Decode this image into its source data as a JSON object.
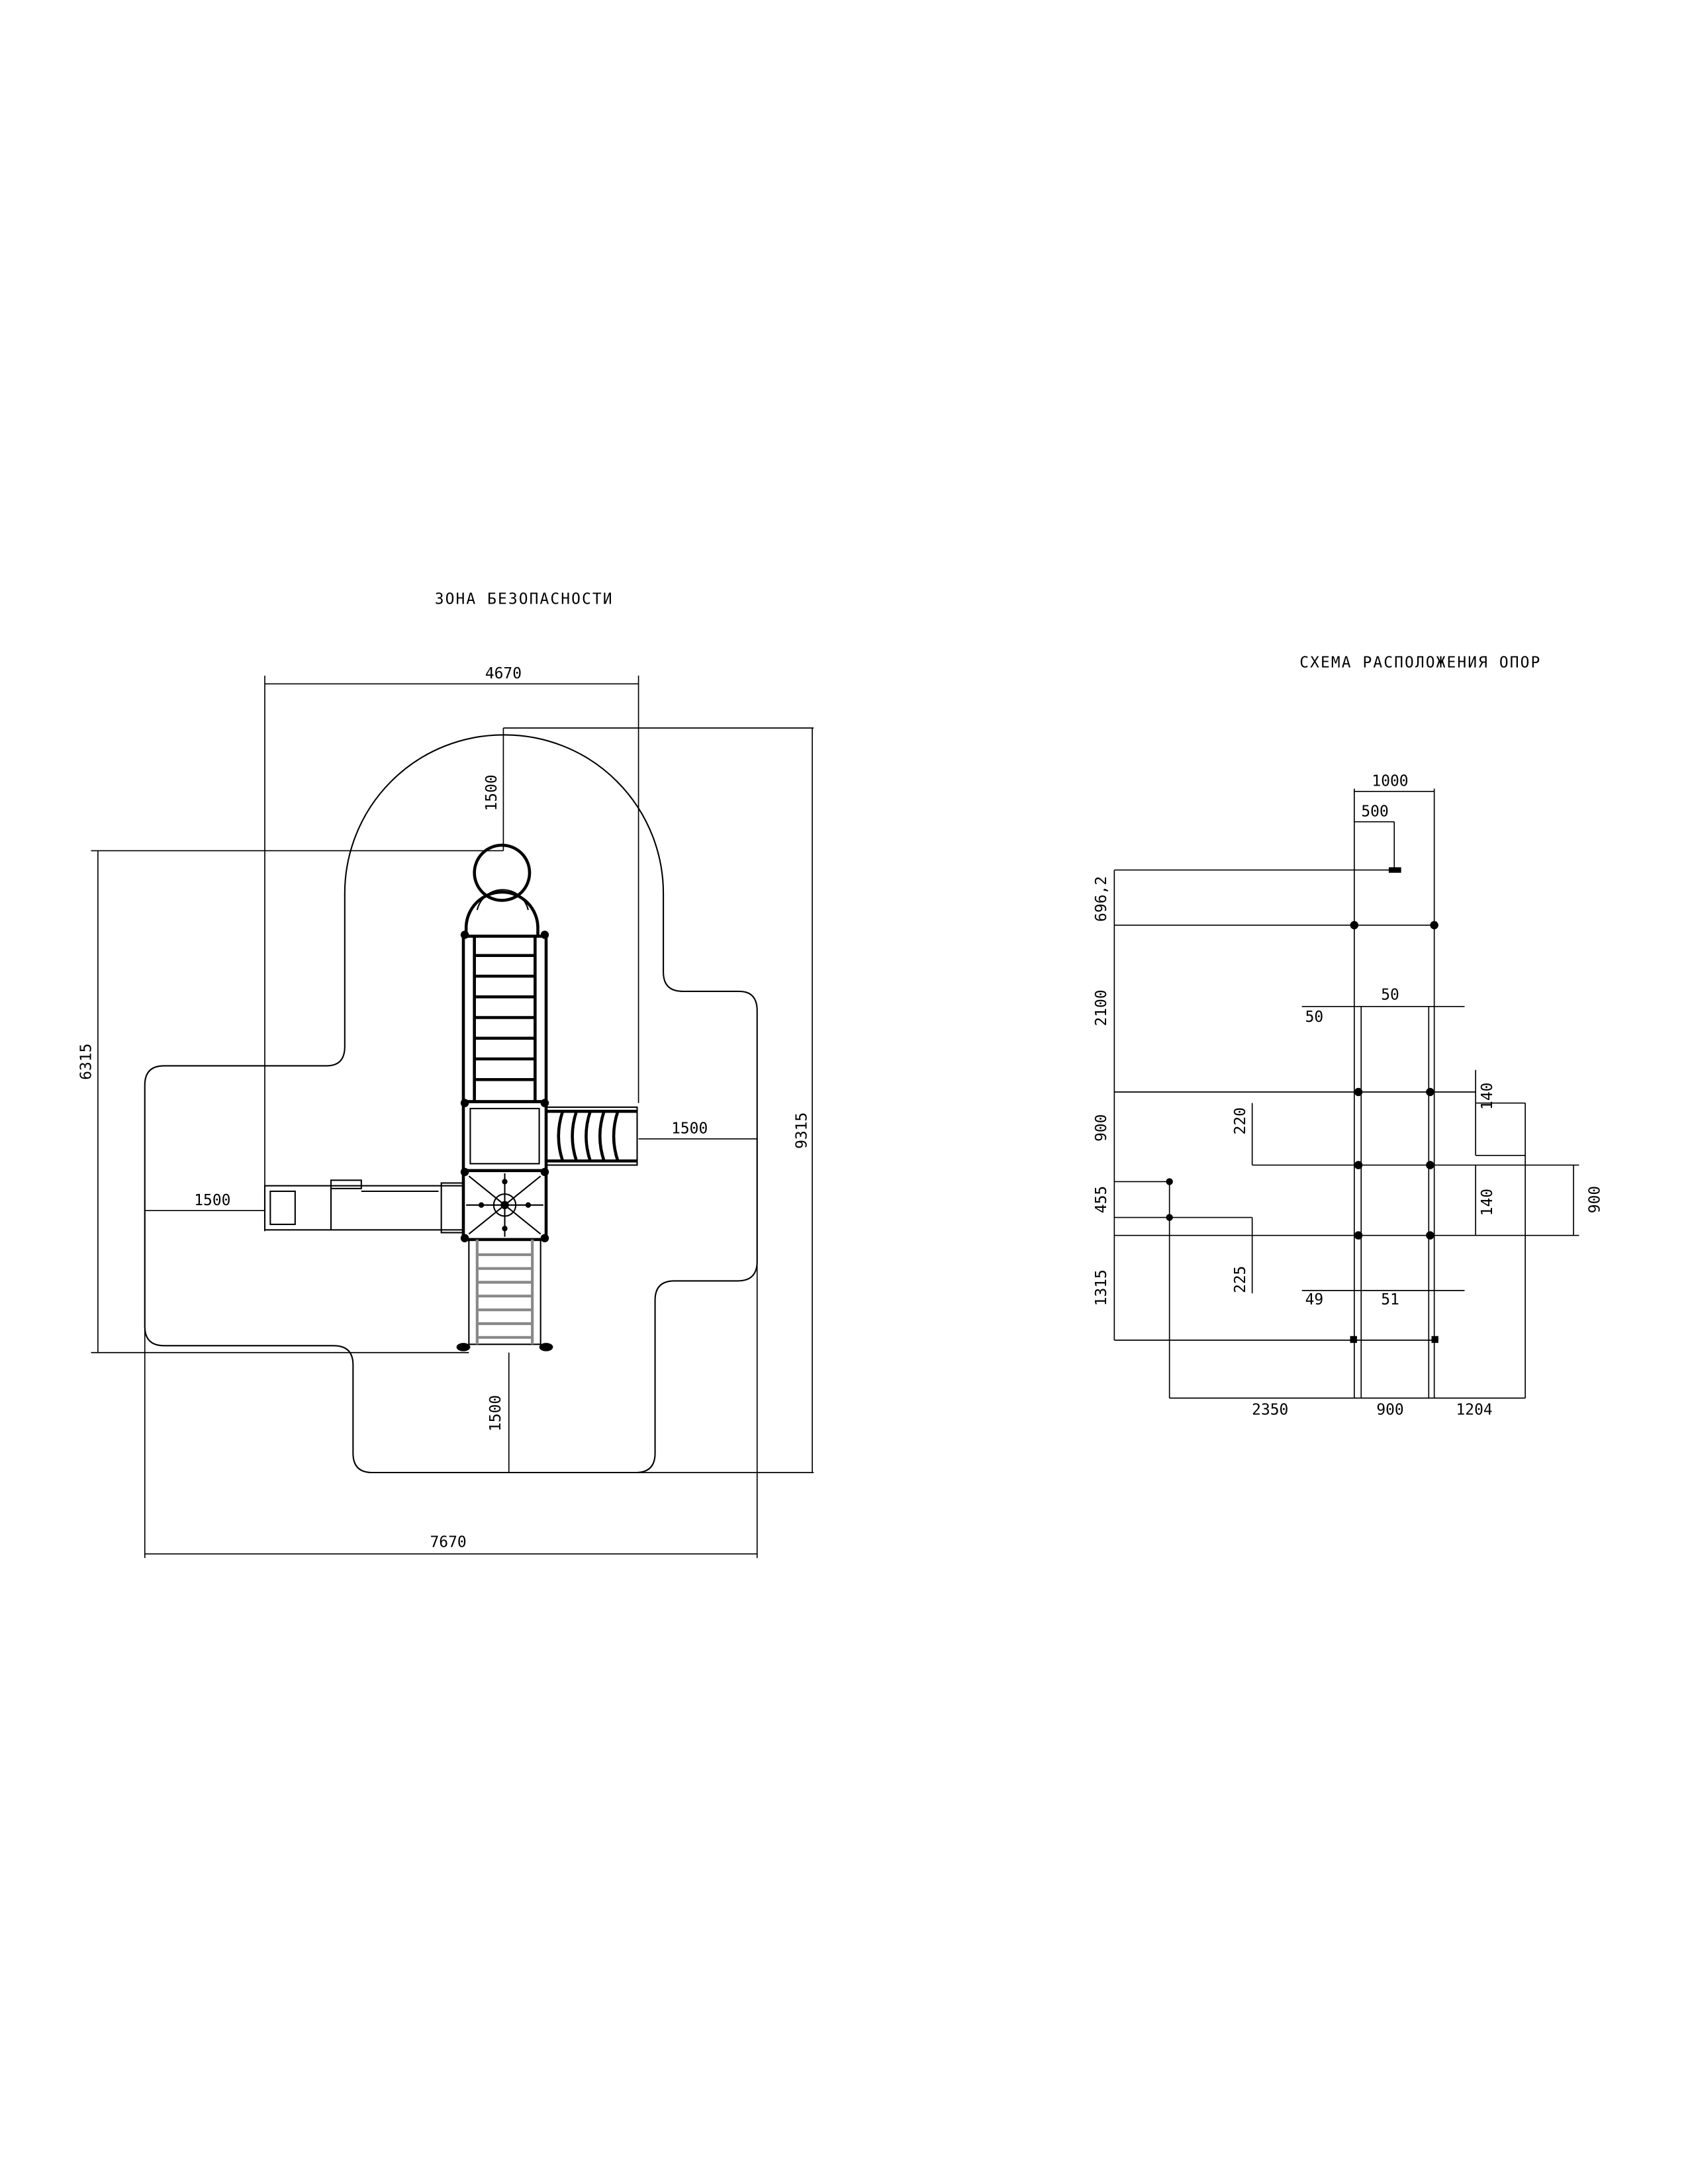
{
  "safety_zone": {
    "title": "ЗОНА БЕЗОПАСНОСТИ",
    "dims": {
      "top_width": "4670",
      "top_clearance": "1500",
      "right_clearance": "1500",
      "left_clearance": "1500",
      "bottom_clearance": "1500",
      "overall_height_left": "6315",
      "overall_height_right": "9315",
      "overall_width": "7670"
    }
  },
  "support_scheme": {
    "title": "СХЕМА РАСПОЛОЖЕНИЯ ОПОР",
    "dims": {
      "top_1000": "1000",
      "top_500": "500",
      "v_696": "696,2",
      "v_2100": "2100",
      "h_50_left": "50",
      "h_50_right": "50",
      "v_900_left": "900",
      "v_220": "220",
      "v_140_top": "140",
      "v_455": "455",
      "v_140_mid": "140",
      "v_900_right": "900",
      "v_1315": "1315",
      "v_225": "225",
      "h_49": "49",
      "h_51": "51",
      "b_2350": "2350",
      "b_900": "900",
      "b_1204": "1204"
    }
  }
}
